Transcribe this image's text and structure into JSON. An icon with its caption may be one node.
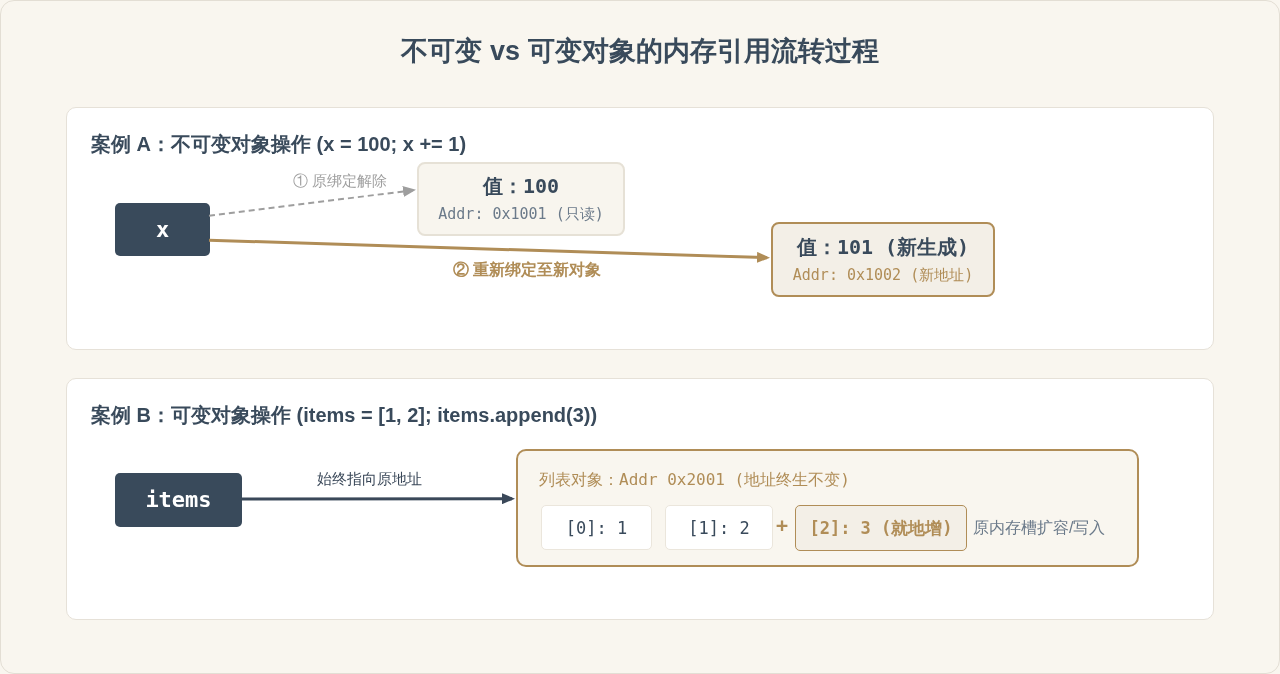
{
  "diagram": {
    "title": "不可变 vs 可变对象的内存引用流转过程",
    "nodes": [
      {
        "text": [
          "案例 A：不可变对象操作 (x = 100; x += 1)"
        ]
      },
      {
        "text": [
          "x"
        ],
        "in": 0
      },
      {
        "text": [
          "值：100",
          "Addr: 0x1001 (只读)"
        ],
        "in": 0
      },
      {
        "text": [
          "值：101 (新生成)",
          "Addr: 0x1002 (新地址)"
        ],
        "in": 0
      },
      {
        "text": [
          "案例 B：可变对象操作 (items = [1, 2]; items.append(3))"
        ]
      },
      {
        "text": [
          "items"
        ],
        "in": 4
      },
      {
        "text": [
          "列表对象：Addr 0x2001 (地址终生不变)"
        ],
        "in": 4
      },
      {
        "text": [
          "[0]: 1"
        ],
        "in": 6
      },
      {
        "text": [
          "[1]: 2"
        ],
        "in": 6
      },
      {
        "text": [
          "[2]: 3 (就地增)"
        ],
        "in": 6,
        "beside": [
          "原内存槽扩容/写入"
        ]
      }
    ],
    "edges": [
      {
        "from": 1,
        "to": 2,
        "arrow": "to",
        "label": "① 原绑定解除",
        "style": "dashed",
        "color": "#9e9e9e"
      },
      {
        "from": 1,
        "to": 3,
        "arrow": "to",
        "label": "② 重新绑定至新对象",
        "color": "#b08d57"
      },
      {
        "from": 5,
        "to": 6,
        "arrow": "to",
        "label": "始终指向原地址",
        "color": "#3a4859"
      }
    ],
    "labels": [
      "+"
    ]
  }
}
